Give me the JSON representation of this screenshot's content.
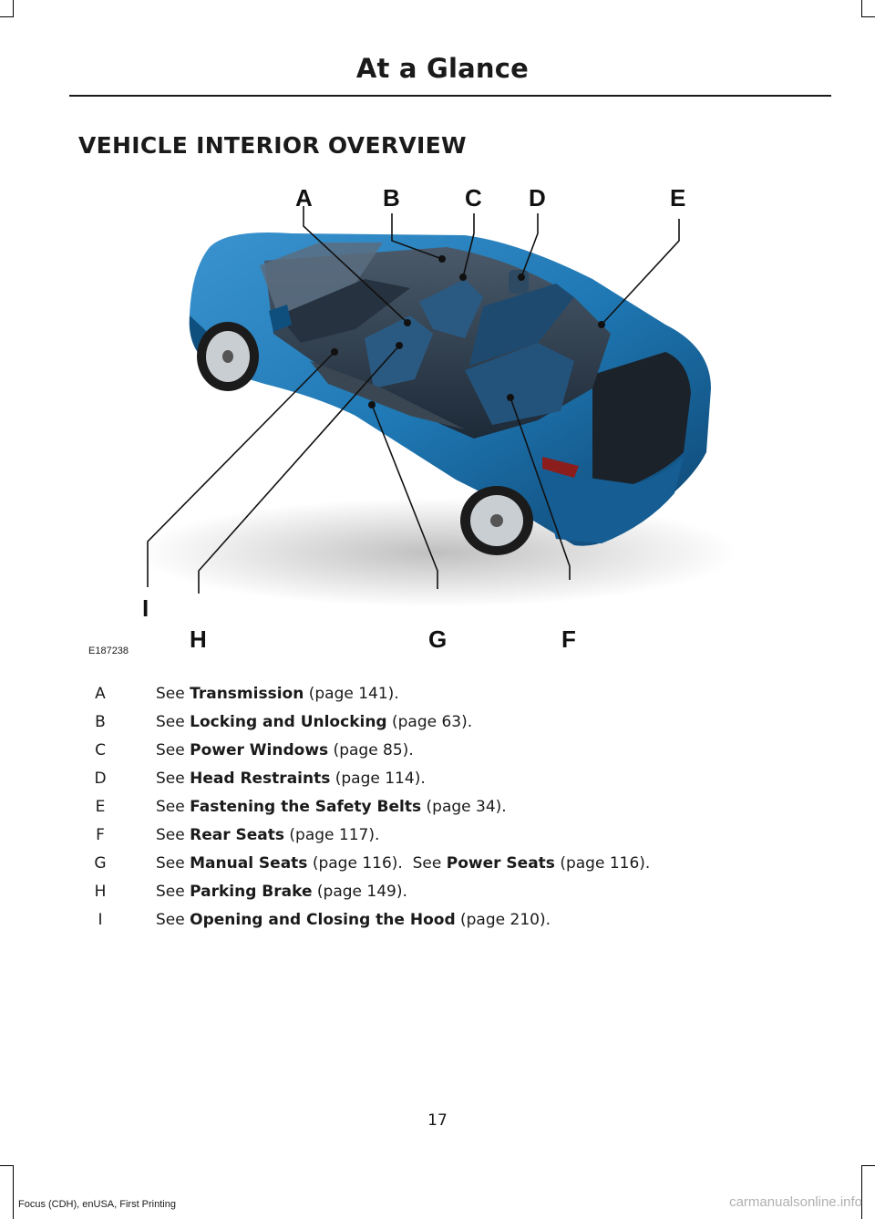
{
  "header": {
    "title": "At a Glance"
  },
  "section": {
    "title": "VEHICLE INTERIOR OVERVIEW"
  },
  "figure": {
    "id": "E187238",
    "callouts": [
      "A",
      "B",
      "C",
      "D",
      "E",
      "F",
      "G",
      "H",
      "I"
    ],
    "colors": {
      "body": "#1f78b4",
      "body_dark": "#0f4f7e",
      "interior": "#2d3f52",
      "seat": "#244b6e"
    }
  },
  "legend": [
    {
      "letter": "A",
      "pre": "See ",
      "link": "Transmission",
      "post": " (page 141).",
      "pre2": "",
      "link2": "",
      "post2": ""
    },
    {
      "letter": "B",
      "pre": "See ",
      "link": "Locking and Unlocking",
      "post": " (page 63).",
      "pre2": "",
      "link2": "",
      "post2": ""
    },
    {
      "letter": "C",
      "pre": "See ",
      "link": "Power Windows",
      "post": " (page 85).",
      "pre2": "",
      "link2": "",
      "post2": ""
    },
    {
      "letter": "D",
      "pre": "See ",
      "link": "Head Restraints",
      "post": " (page 114).",
      "pre2": "",
      "link2": "",
      "post2": ""
    },
    {
      "letter": "E",
      "pre": "See ",
      "link": "Fastening the Safety Belts",
      "post": " (page 34).",
      "pre2": "",
      "link2": "",
      "post2": ""
    },
    {
      "letter": "F",
      "pre": "See ",
      "link": "Rear Seats",
      "post": " (page 117).",
      "pre2": "",
      "link2": "",
      "post2": ""
    },
    {
      "letter": "G",
      "pre": "See ",
      "link": "Manual Seats",
      "post": " (page 116).",
      "pre2": "  See ",
      "link2": "Power Seats",
      "post2": " (page 116)."
    },
    {
      "letter": "H",
      "pre": "See ",
      "link": "Parking Brake",
      "post": " (page 149).",
      "pre2": "",
      "link2": "",
      "post2": ""
    },
    {
      "letter": "I",
      "pre": "See ",
      "link": "Opening and Closing the Hood",
      "post": " (page 210).",
      "pre2": "",
      "link2": "",
      "post2": ""
    }
  ],
  "footer": {
    "page_number": "17",
    "text": "Focus (CDH), enUSA, First Printing",
    "watermark": "carmanualsonline.info"
  }
}
